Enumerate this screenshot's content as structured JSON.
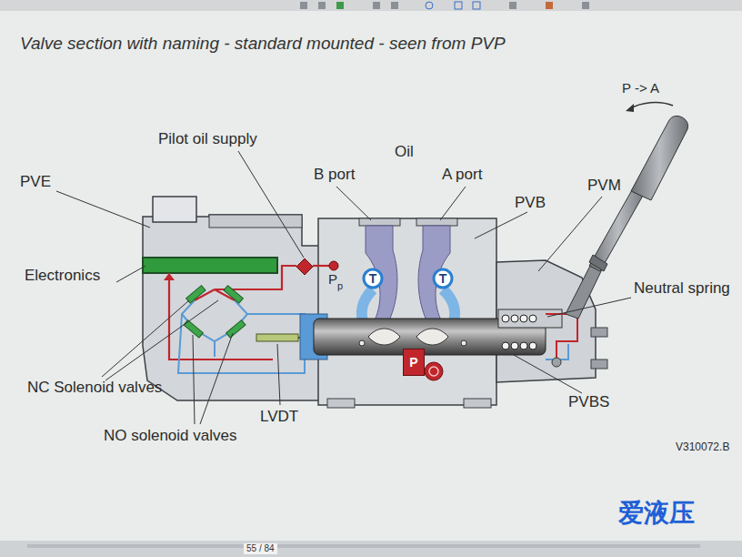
{
  "diagram": {
    "title": "Valve section with naming - standard mounted - seen from PVP",
    "nodes": [
      {
        "text": [
          "T"
        ]
      },
      {
        "text": [
          "T"
        ]
      },
      {
        "text": [
          "P"
        ]
      }
    ],
    "labels": [
      "P -> A",
      "Pilot oil supply",
      "Oil",
      "B port",
      "A port",
      "PVE",
      "PVM",
      "PVB",
      "P",
      "p",
      "Electronics",
      "Neutral spring",
      "NC Solenoid valves",
      "PVBS",
      "LVDT",
      "NO solenoid valves",
      "V310072.B",
      "爱液压",
      "55 / 84"
    ]
  }
}
